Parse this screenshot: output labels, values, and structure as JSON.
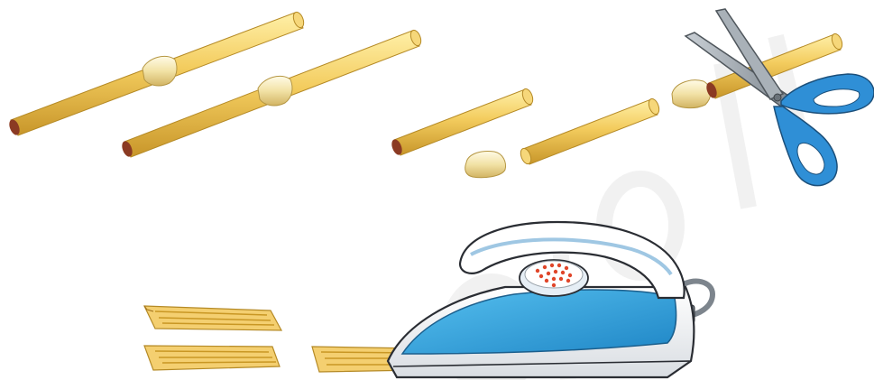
{
  "scene": {
    "background": "#ffffff",
    "objects": [
      {
        "name": "whole-straw",
        "count": 2
      },
      {
        "name": "cut-straw-pieces",
        "count": 3
      },
      {
        "name": "scissors-cutting-straw",
        "count": 1
      },
      {
        "name": "flattened-straw-strips",
        "count": 3
      },
      {
        "name": "steam-iron",
        "count": 1
      }
    ]
  },
  "colors": {
    "straw_light": "#f9dc7c",
    "straw_mid": "#eec151",
    "straw_dark": "#c99724",
    "straw_end": "#8b3a23",
    "node": "#f4e6b0",
    "scissor_blue": "#2f8fd6",
    "scissor_blade": "#9aa3ab",
    "iron_blue": "#34a8de",
    "iron_white": "#f7f9fb",
    "iron_outline": "#2a2d33",
    "steam_dots": "#e0462a",
    "watermark": "#d8d8d8"
  }
}
